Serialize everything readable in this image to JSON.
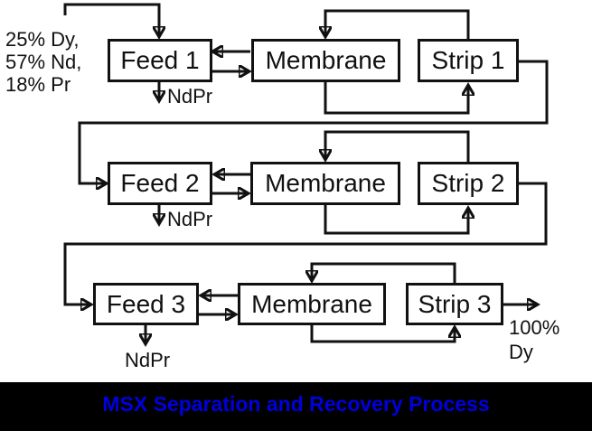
{
  "diagram": {
    "input_label": {
      "lines": [
        "25% Dy,",
        "57% Nd,",
        "18% Pr"
      ]
    },
    "rows": [
      {
        "feed": "Feed 1",
        "membrane": "Membrane",
        "strip": "Strip 1",
        "byproduct": "NdPr"
      },
      {
        "feed": "Feed 2",
        "membrane": "Membrane",
        "strip": "Strip 2",
        "byproduct": "NdPr"
      },
      {
        "feed": "Feed 3",
        "membrane": "Membrane",
        "strip": "Strip 3",
        "byproduct": "NdPr"
      }
    ],
    "output_label": {
      "lines": [
        "100%",
        "Dy"
      ]
    }
  },
  "footer": {
    "title": "MSX Separation and Recovery Process"
  },
  "colors": {
    "title_text": "#0000dd",
    "title_bg": "#000000",
    "diagram_line": "#111111",
    "box_fill": "#ffffff"
  }
}
